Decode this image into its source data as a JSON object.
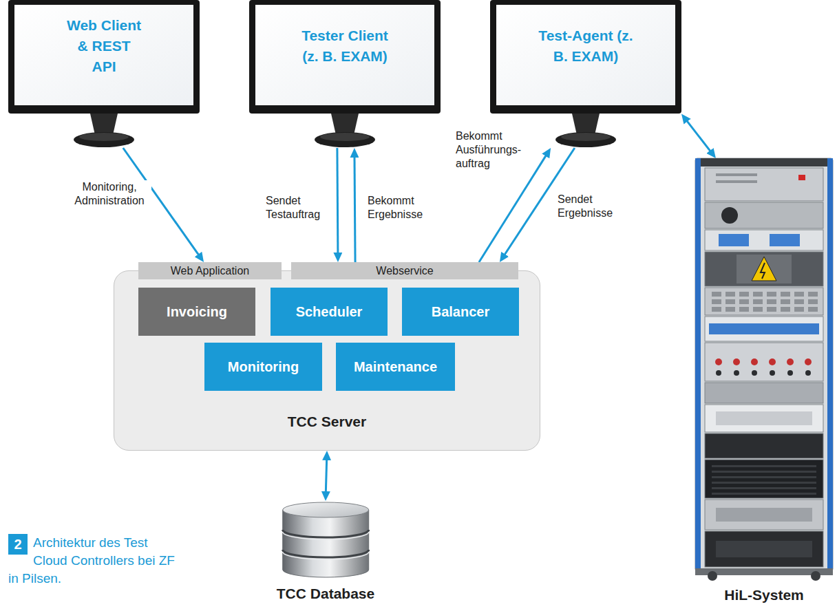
{
  "diagram": {
    "caption": "Architektur des Test Cloud Controllers bei ZF in Pilsen.",
    "nodes": [
      {
        "text": [
          "Web Client & REST API"
        ]
      },
      {
        "text": [
          "Tester Client (z. B. EXAM)"
        ]
      },
      {
        "text": [
          "Test-Agent (z. B. EXAM)"
        ]
      },
      {
        "text": [
          "TCC Server"
        ]
      },
      {
        "text": [
          "Web Application"
        ],
        "in": 3
      },
      {
        "text": [
          "Webservice"
        ],
        "in": 3
      },
      {
        "text": [
          "Invoicing"
        ],
        "in": 3
      },
      {
        "text": [
          "Scheduler"
        ],
        "in": 3
      },
      {
        "text": [
          "Balancer"
        ],
        "in": 3
      },
      {
        "text": [
          "Monitoring"
        ],
        "in": 3
      },
      {
        "text": [
          "Maintenance"
        ],
        "in": 3
      },
      {
        "text": [
          "TCC Database"
        ]
      },
      {
        "text": [
          "HiL-System"
        ]
      }
    ],
    "edges": [
      {
        "from": 0,
        "to": 4,
        "arrow": "to",
        "label": "Monitoring, Administration"
      },
      {
        "from": 1,
        "to": 5,
        "arrow": "to",
        "label": "Sendet Testauftrag"
      },
      {
        "from": 5,
        "to": 1,
        "arrow": "to",
        "label": "Bekommt Ergebnisse"
      },
      {
        "from": 5,
        "to": 2,
        "arrow": "to",
        "label": "Bekommt Ausführungs- auftrag"
      },
      {
        "from": 2,
        "to": 5,
        "arrow": "to",
        "label": "Sendet Ergebnisse"
      },
      {
        "from": 2,
        "to": 12,
        "arrow": "both"
      },
      {
        "from": 3,
        "to": 11,
        "arrow": "both"
      }
    ],
    "labels": [
      "2"
    ]
  }
}
